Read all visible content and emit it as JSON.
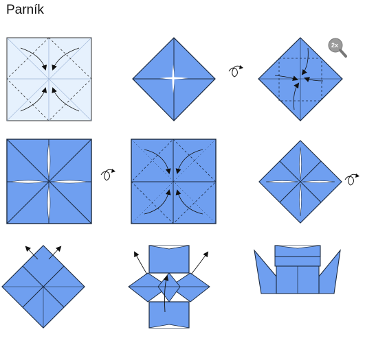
{
  "title": "Parník",
  "zoom_badge": "2x",
  "colors": {
    "paper_blue": "#6f9ff0",
    "paper_light": "#e6f1fd",
    "outline": "#1b2a40",
    "zoom_gray": "#9a9a9a"
  },
  "steps": [
    {
      "index": 1,
      "content": "square-with-diagonal-creases-and-fold-arrows"
    },
    {
      "index": 2,
      "content": "diamond-folded-blintz"
    },
    {
      "index": 3,
      "content": "diamond-with-fold-arrows-zoom"
    },
    {
      "index": 4,
      "content": "square-with-flaps"
    },
    {
      "index": 5,
      "content": "square-with-fold-arrows"
    },
    {
      "index": 6,
      "content": "diamond-with-flaps"
    },
    {
      "index": 7,
      "content": "diamond-pull-out-arrows"
    },
    {
      "index": 8,
      "content": "shape-with-pull-arrows"
    },
    {
      "index": 9,
      "content": "finished-steamboat"
    }
  ],
  "icons": [
    "turn-over-icon",
    "zoom-icon"
  ]
}
